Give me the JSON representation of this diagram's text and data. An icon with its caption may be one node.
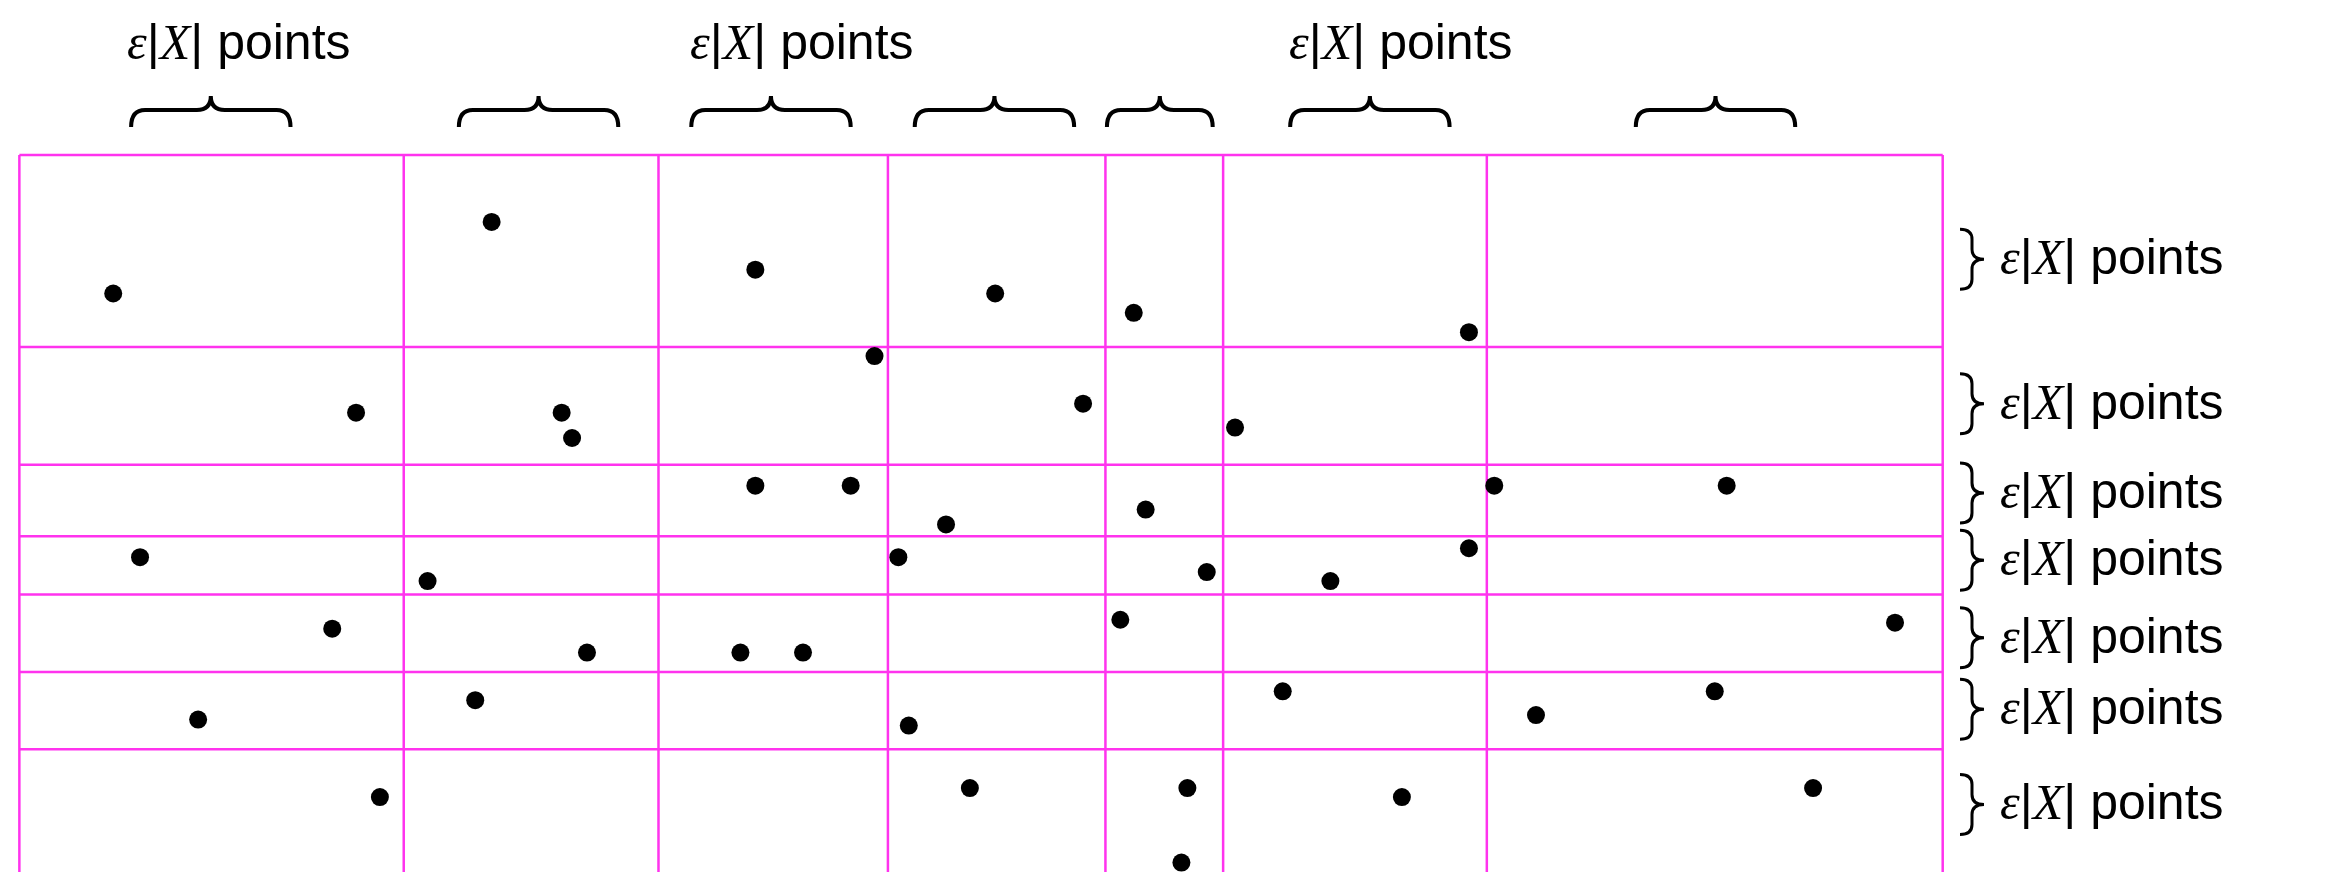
{
  "diagram": {
    "labels": [
      "*ε*|*X*| points",
      "*ε*|*X*| points",
      "*ε*|*X*| points",
      "*ε*|*X*| points",
      "*ε*|*X*| points",
      "*ε*|*X*| points",
      "*ε*|*X*| points",
      "*ε*|*X*| points",
      "*ε*|*X*| points",
      "*ε*|*X*| points"
    ]
  }
}
